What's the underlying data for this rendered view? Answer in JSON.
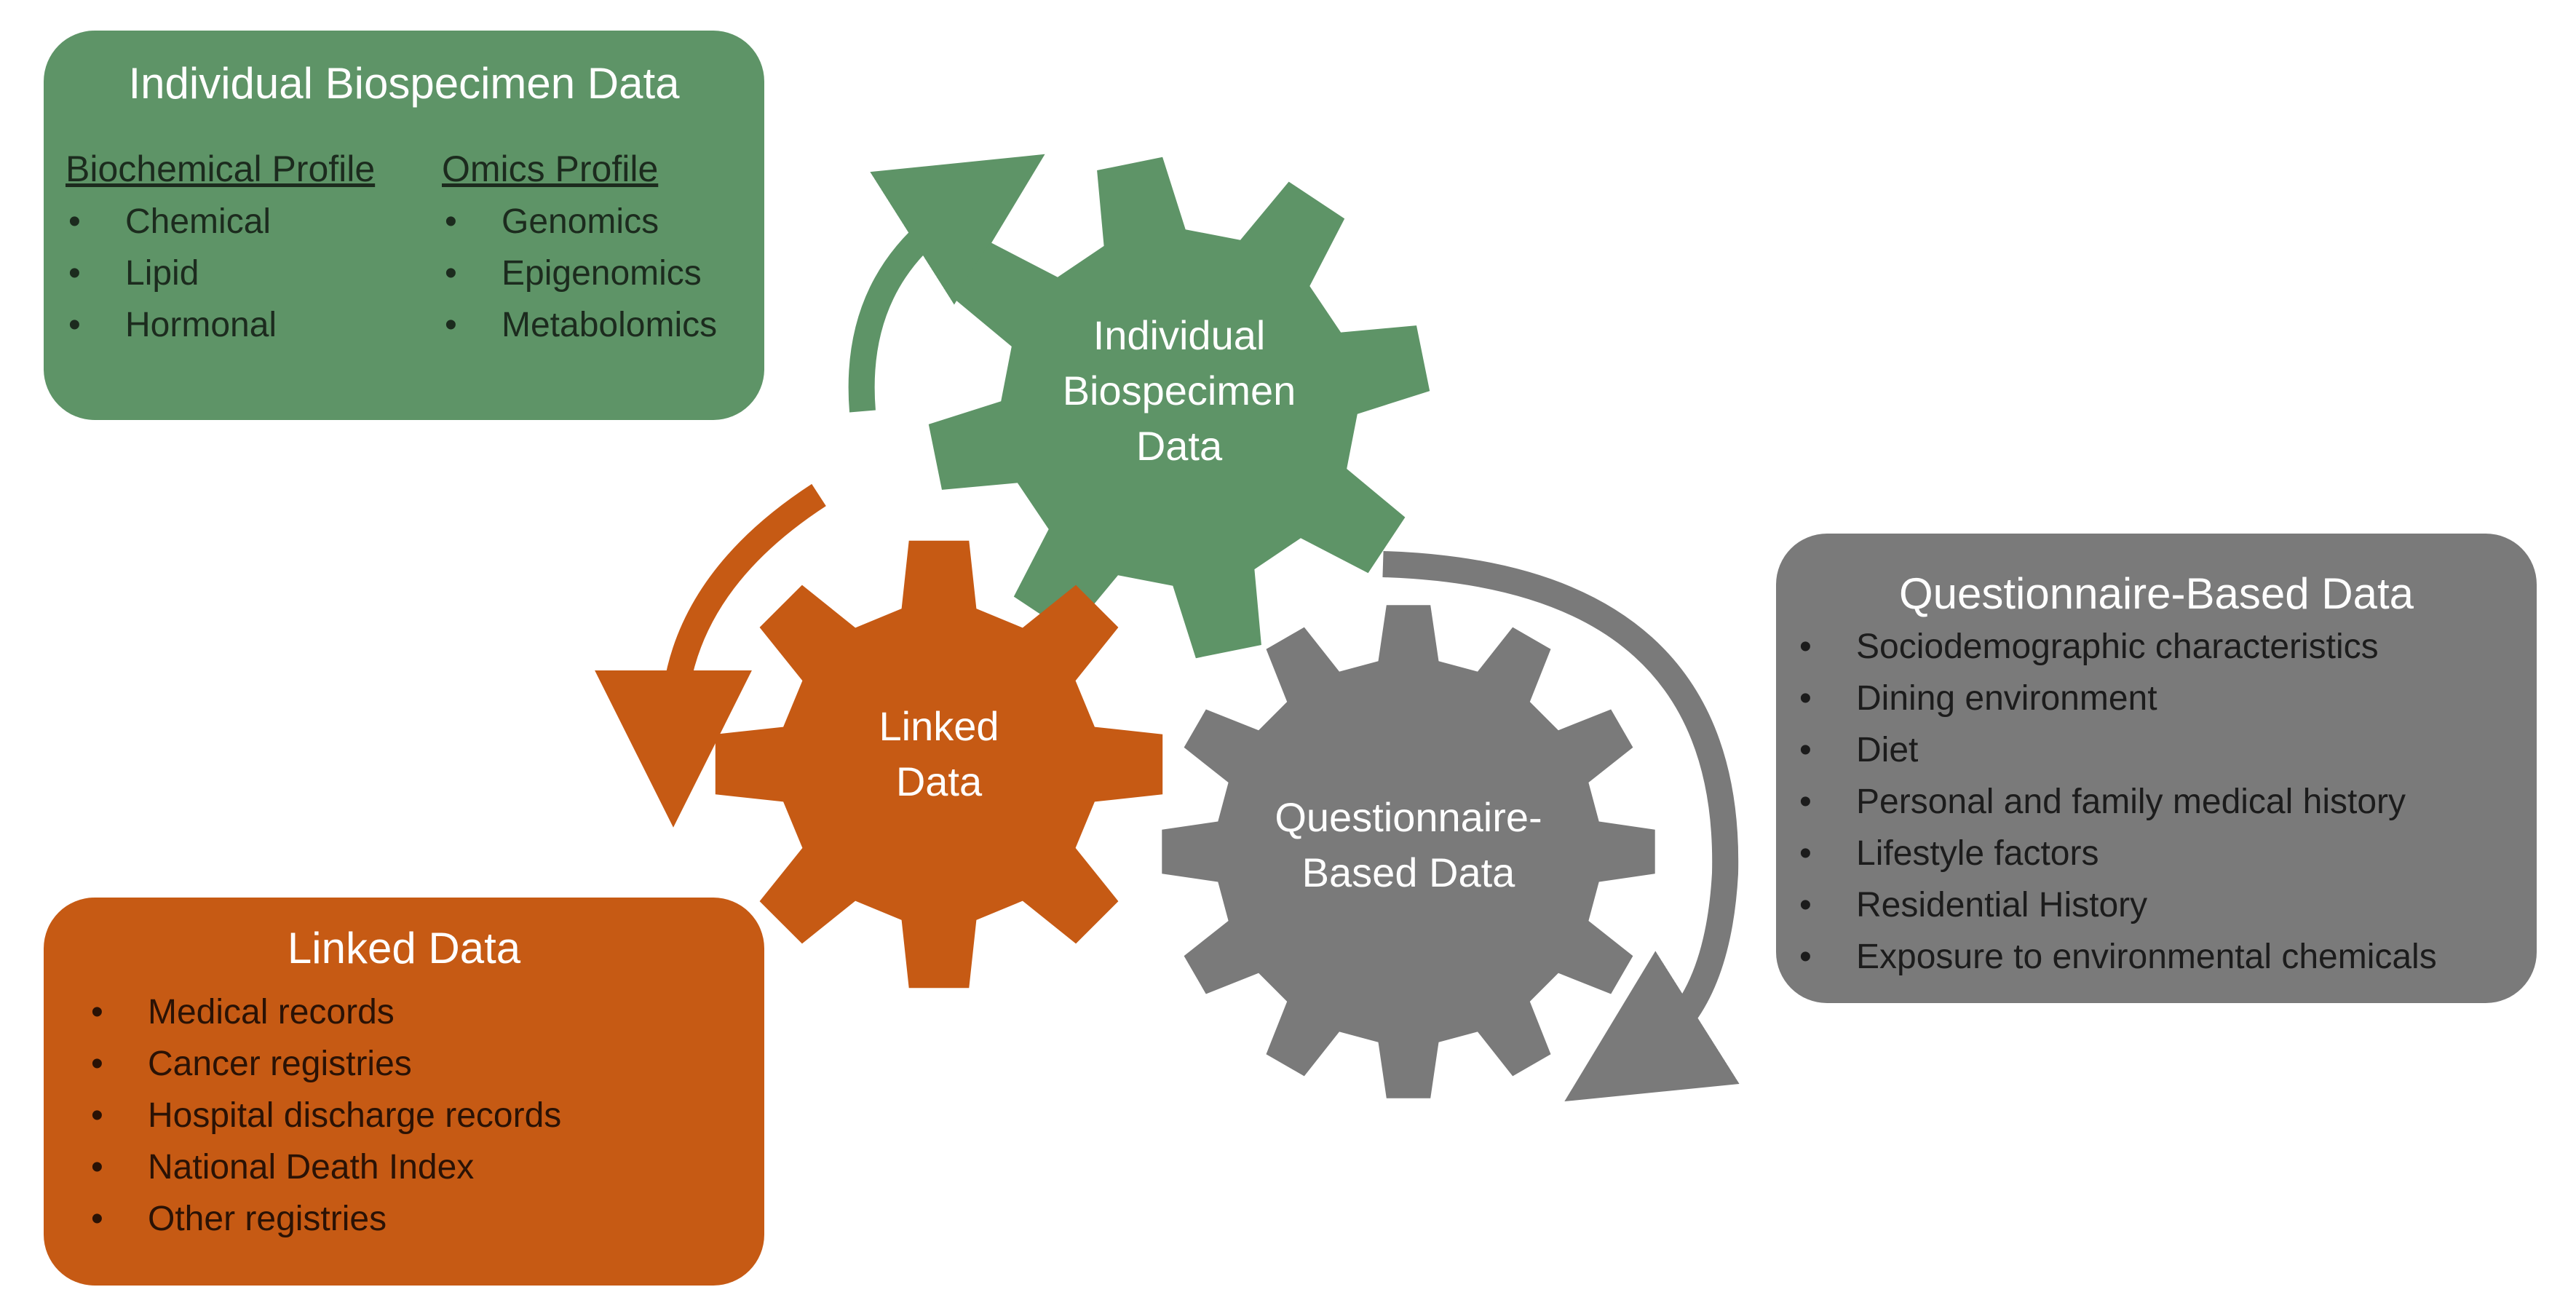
{
  "biospecimen_box": {
    "title": "Individual Biospecimen Data",
    "biochemical": {
      "heading": "Biochemical Profile",
      "items": [
        "Chemical",
        "Lipid",
        "Hormonal"
      ]
    },
    "omics": {
      "heading": "Omics Profile",
      "items": [
        "Genomics",
        "Epigenomics",
        "Metabolomics"
      ]
    }
  },
  "questionnaire_box": {
    "title": "Questionnaire-Based Data",
    "items": [
      "Sociodemographic characteristics",
      "Dining environment",
      "Diet",
      "Personal and family medical history",
      "Lifestyle factors",
      "Residential History",
      "Exposure to environmental chemicals"
    ]
  },
  "linked_box": {
    "title": "Linked Data",
    "items": [
      "Medical records",
      "Cancer registries",
      "Hospital discharge records",
      "National Death Index",
      "Other registries"
    ]
  },
  "gears": {
    "biospecimen": {
      "lines": [
        "Individual",
        "Biospecimen",
        "Data"
      ],
      "color": "#5e9467"
    },
    "linked": {
      "lines": [
        "Linked",
        "Data"
      ],
      "color": "#c65a14"
    },
    "questionnaire": {
      "lines": [
        "Questionnaire-",
        "Based Data"
      ],
      "color": "#7a7a7a"
    }
  },
  "arrows": {
    "green": "#5e9467",
    "orange": "#c65a14",
    "gray": "#7a7a7a"
  }
}
